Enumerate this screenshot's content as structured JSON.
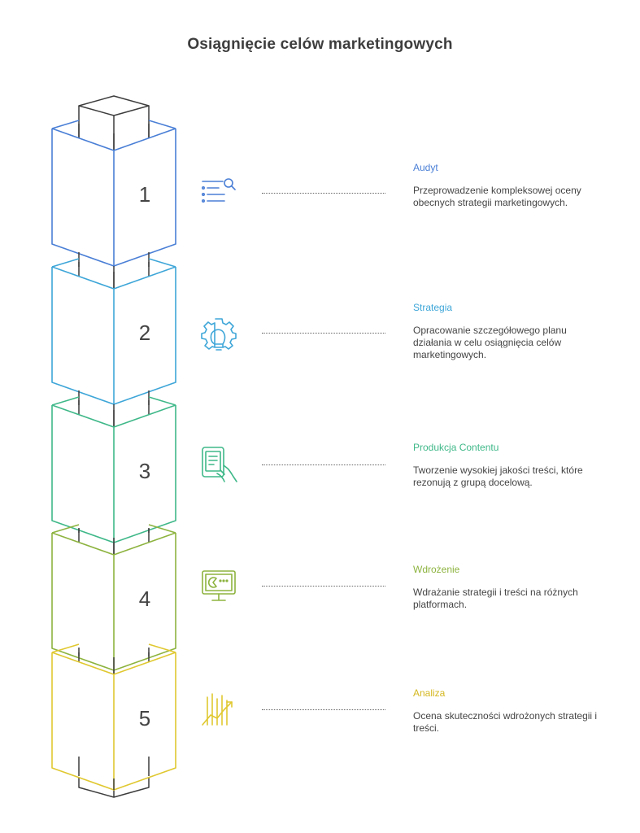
{
  "title": "Osiągnięcie celów marketingowych",
  "steps": [
    {
      "number": "1",
      "title": "Audyt",
      "color": "#4a7fd6",
      "icon": "search-list-icon",
      "description": "Przeprowadzenie kompleksowej oceny obecnych strategii marketingowych."
    },
    {
      "number": "2",
      "title": "Strategia",
      "color": "#3ea6d8",
      "icon": "gear-lightbulb-icon",
      "description": "Opracowanie szczegółowego planu działania w celu osiągnięcia celów marketingowych."
    },
    {
      "number": "3",
      "title": "Produkcja Contentu",
      "color": "#3fb889",
      "icon": "tablet-hand-icon",
      "description": "Tworzenie wysokiej jakości treści, które rezonują z grupą docelową."
    },
    {
      "number": "4",
      "title": "Wdrożenie",
      "color": "#8db33f",
      "icon": "monitor-chart-icon",
      "description": "Wdrażanie strategii i treści na różnych platformach."
    },
    {
      "number": "5",
      "title": "Analiza",
      "color": "#e0c830",
      "icon": "growth-chart-icon",
      "description": "Ocena skuteczności wdrożonych strategii i treści."
    }
  ]
}
